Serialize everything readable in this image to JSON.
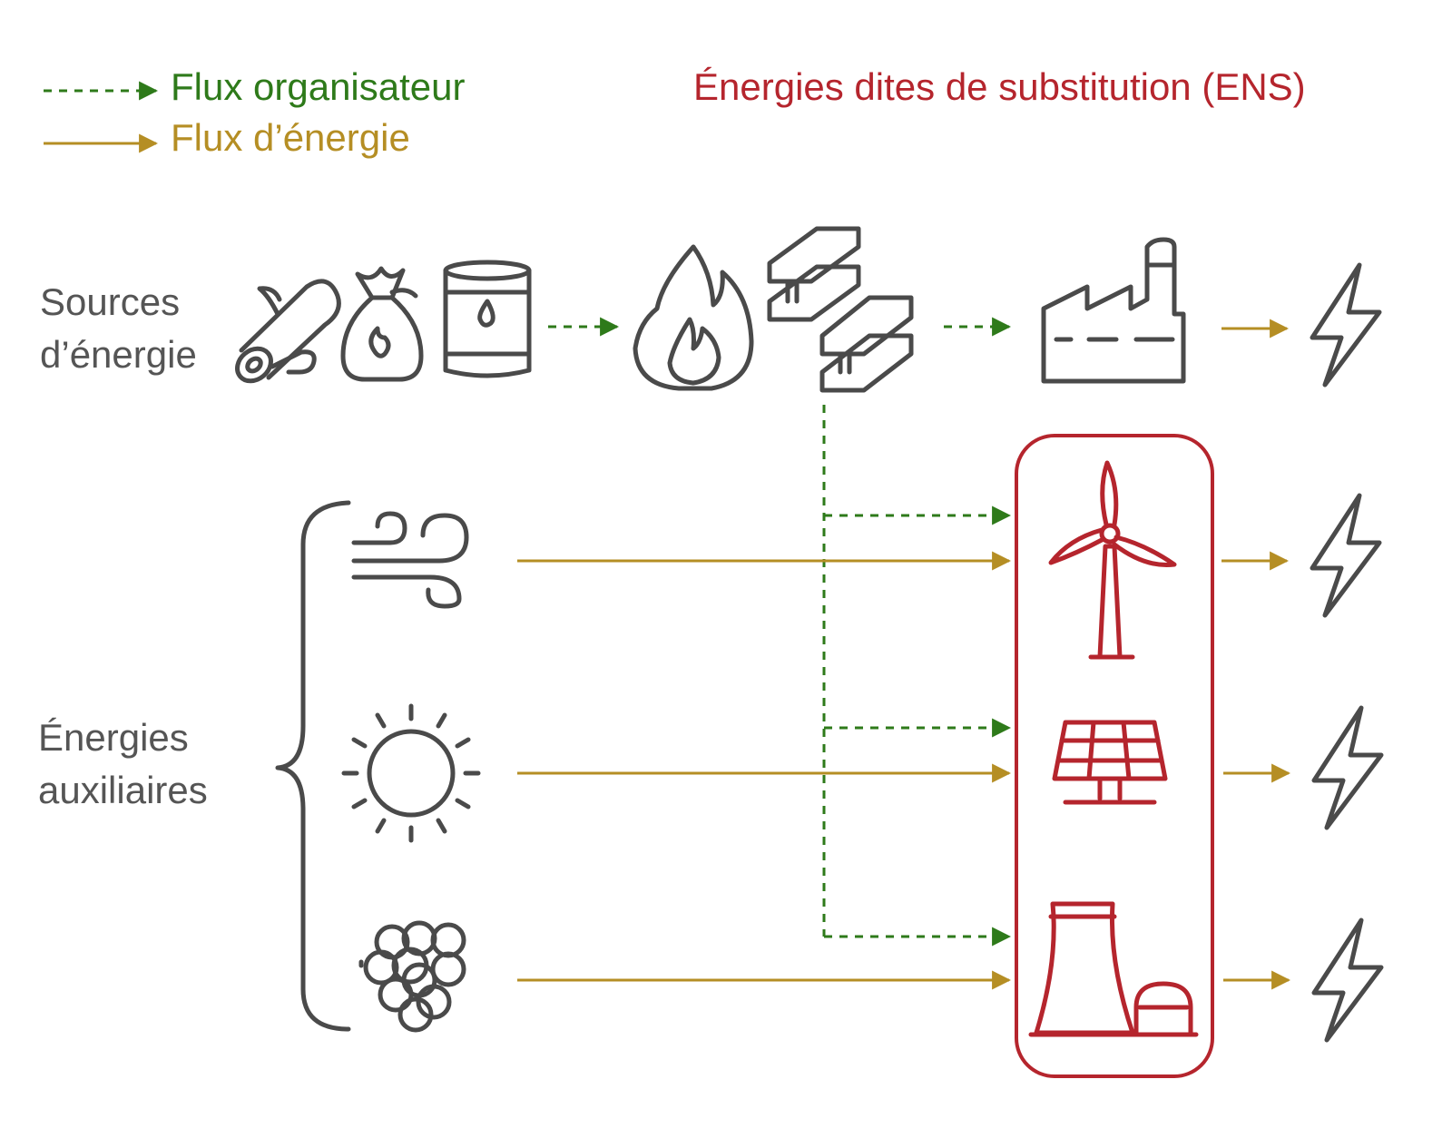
{
  "legend": {
    "organizer_flow": "Flux organisateur",
    "energy_flow": "Flux d’énergie",
    "organizer_color": "#2e7a1a",
    "energy_color": "#b58e24"
  },
  "ens_title": "Énergies dites de substitution (ENS)",
  "ens_color": "#b5252d",
  "sources_label": {
    "line1": "Sources",
    "line2": "d’énergie"
  },
  "auxiliary_label": {
    "line1": "Énergies",
    "line2": "auxiliaires"
  },
  "icons": {
    "sources": [
      "wood-logs",
      "coal-bag",
      "oil-barrel"
    ],
    "process": [
      "fire",
      "steel-beams",
      "factory"
    ],
    "auxiliary": [
      "wind",
      "sun",
      "atom-nucleus"
    ],
    "ens": [
      "wind-turbine",
      "solar-panel",
      "nuclear-plant"
    ],
    "output": "lightning-bolt"
  }
}
